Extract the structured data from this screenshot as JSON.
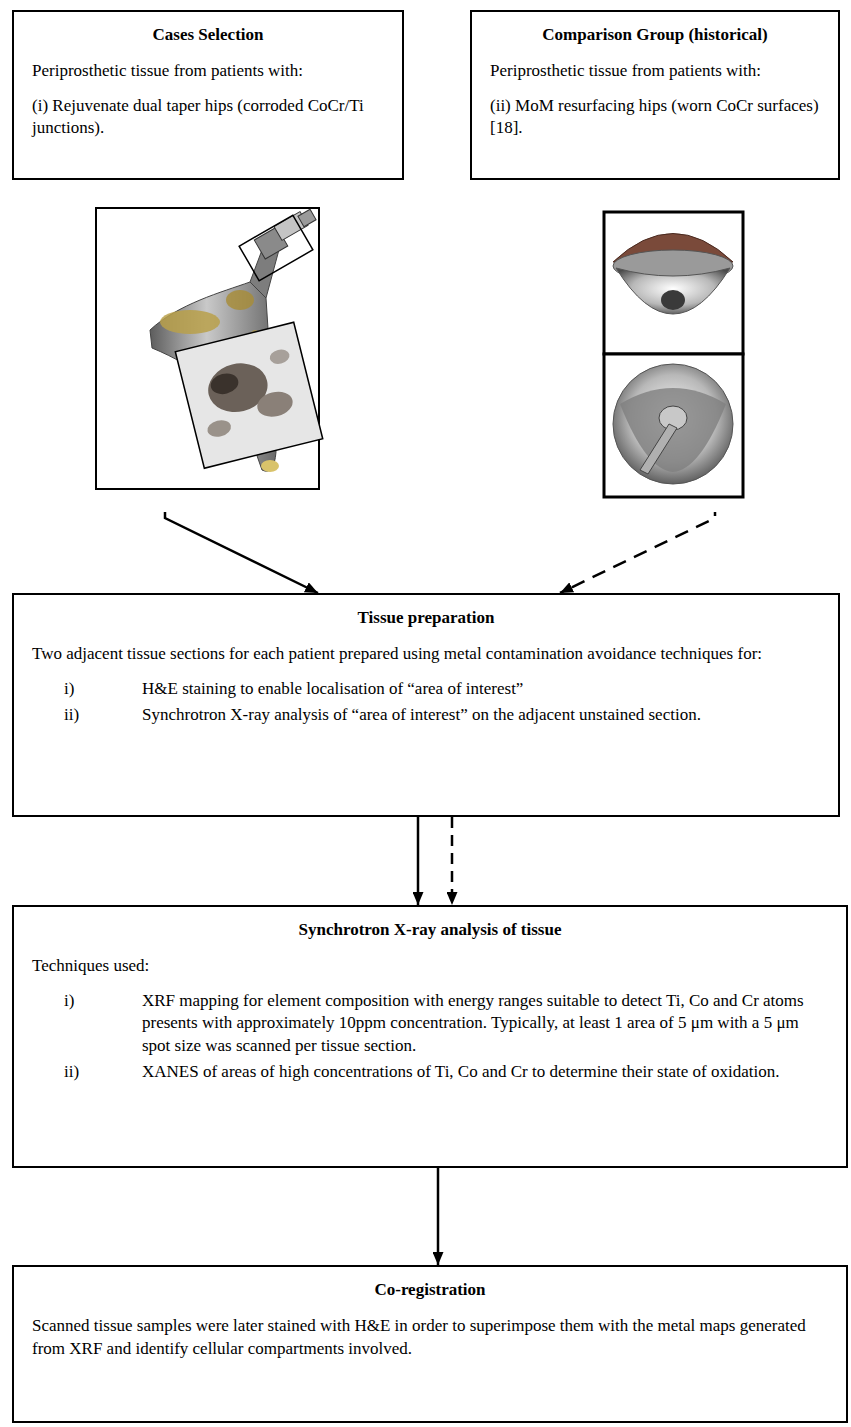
{
  "diagram": {
    "nodes": [
      {
        "text": [
          "Cases Selection",
          "Periprosthetic tissue from patients with:",
          "(i) Rejuvenate dual taper hips (corroded CoCr/Ti junctions)."
        ]
      },
      {
        "text": [
          "Comparison Group (historical)",
          "Periprosthetic tissue from patients with:",
          "(ii) MoM resurfacing hips (worn CoCr surfaces) [18]."
        ]
      },
      {
        "text": [
          "Tissue preparation",
          "Two adjacent tissue sections for each patient prepared using metal contamination avoidance techniques for:",
          "i)",
          "H&E staining to enable localisation of “area of interest”",
          "ii)",
          "Synchrotron X-ray analysis of “area of interest” on the adjacent unstained section."
        ]
      },
      {
        "text": [
          "Synchrotron X-ray analysis of tissue",
          "Techniques used:",
          "i)",
          "XRF mapping for element composition with energy ranges suitable to detect Ti, Co and Cr atoms presents with approximately 10ppm concentration. Typically, at least 1 area of 5 μm with a 5 μm spot size was scanned per tissue section.",
          "ii)",
          "XANES of areas of high concentrations of Ti, Co and Cr to determine their state of oxidation."
        ]
      },
      {
        "text": [
          "Co-registration",
          "Scanned tissue samples were later stained with H&E in order to superimpose them with the metal maps generated from XRF and identify cellular compartments involved."
        ]
      }
    ],
    "edges": [
      {
        "from": 0,
        "to": 2,
        "arrow": "to"
      },
      {
        "from": 1,
        "to": 2,
        "arrow": "to"
      },
      {
        "from": 2,
        "to": 3,
        "arrow": "to"
      },
      {
        "from": 2,
        "to": 3,
        "arrow": "to"
      },
      {
        "from": 3,
        "to": 4,
        "arrow": "to"
      }
    ]
  }
}
